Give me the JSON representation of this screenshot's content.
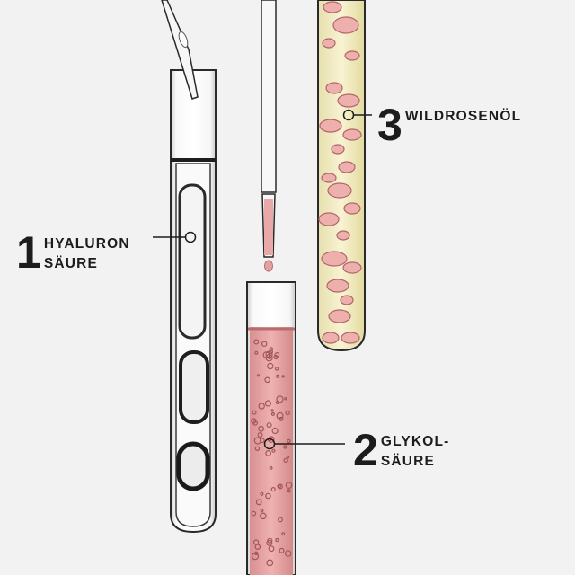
{
  "ingredients": [
    {
      "number": "1",
      "lines": [
        "HYALURON",
        "SÄURE"
      ]
    },
    {
      "number": "2",
      "lines": [
        "GLYKOL-",
        "SÄURE"
      ]
    },
    {
      "number": "3",
      "lines": [
        "WILDROSENÖL"
      ]
    }
  ],
  "colors": {
    "background": "#f2f2f2",
    "text": "#1c1c1c",
    "pink_liquid": "#e8a4a4",
    "oil_liquid": "#f3edc4",
    "clear_liquid": "#ffffff"
  }
}
